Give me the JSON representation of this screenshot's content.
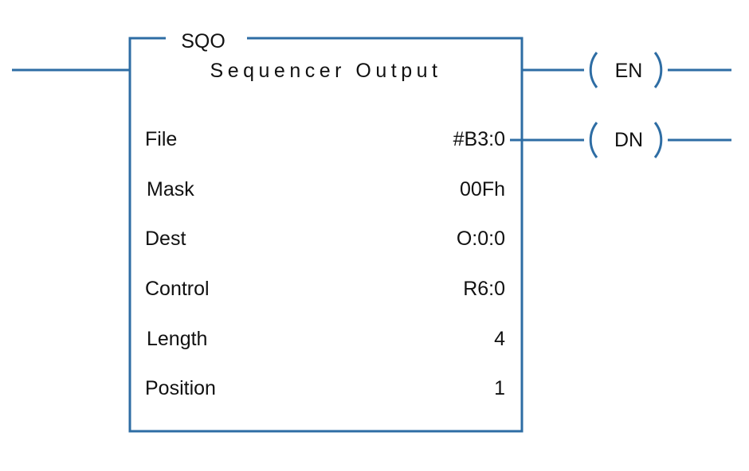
{
  "instruction": {
    "mnemonic": "SQO",
    "name": "Sequencer Output",
    "params": [
      {
        "label": "File",
        "value": "#B3:0"
      },
      {
        "label": "Mask",
        "value": "00Fh"
      },
      {
        "label": "Dest",
        "value": "O:0:0"
      },
      {
        "label": "Control",
        "value": "R6:0"
      },
      {
        "label": "Length",
        "value": "4"
      },
      {
        "label": "Position",
        "value": "1"
      }
    ]
  },
  "coils": [
    {
      "label": "EN"
    },
    {
      "label": "DN"
    }
  ],
  "colors": {
    "wire": "#2e6da4",
    "text": "#111111",
    "background": "#ffffff"
  }
}
